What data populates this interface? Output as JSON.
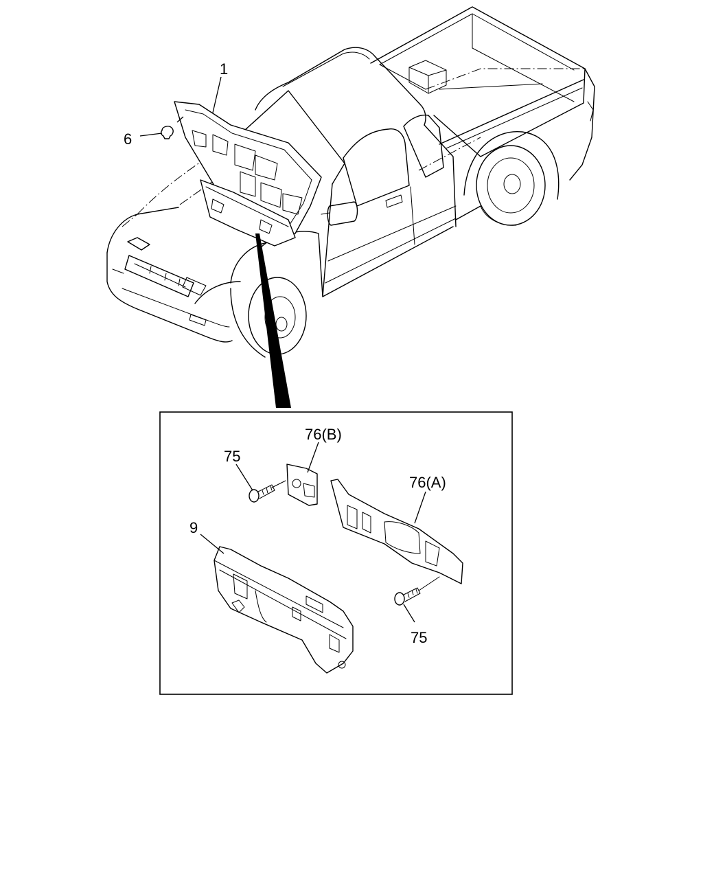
{
  "callouts": {
    "hood": "1",
    "hood_clip": "6",
    "panel_9": "9",
    "insulator_a": "76(A)",
    "insulator_b": "76(B)",
    "screw_upper": "75",
    "screw_lower": "75"
  }
}
